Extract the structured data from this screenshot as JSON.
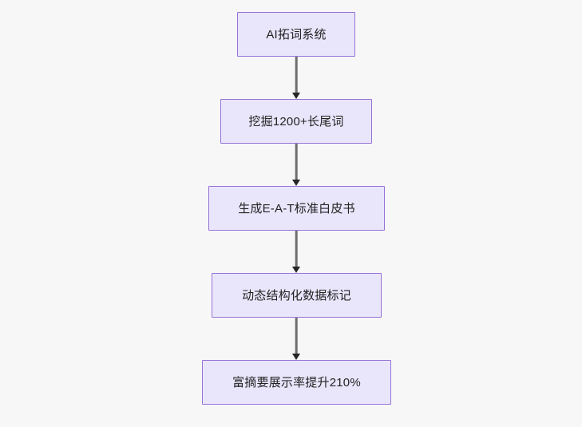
{
  "diagram": {
    "type": "flowchart",
    "direction": "top-to-bottom",
    "background_color": "#f7f7f8",
    "node_fill_color": "#e9e6fb",
    "node_border_color": "#9672d6",
    "node_text_color": "#232323",
    "edge_line_color": "#6e6e6e",
    "edge_arrow_color": "#262626",
    "nodes": [
      {
        "id": "n0",
        "label": "AI拓词系统"
      },
      {
        "id": "n1",
        "label": "挖掘1200+长尾词"
      },
      {
        "id": "n2",
        "label": "生成E-A-T标准白皮书"
      },
      {
        "id": "n3",
        "label": "动态结构化数据标记"
      },
      {
        "id": "n4",
        "label": "富摘要展示率提升210%"
      }
    ],
    "edges": [
      {
        "from": "n0",
        "to": "n1",
        "label": "",
        "arrow": "arrow-down-icon"
      },
      {
        "from": "n1",
        "to": "n2",
        "label": "",
        "arrow": "arrow-down-icon"
      },
      {
        "from": "n2",
        "to": "n3",
        "label": "",
        "arrow": "arrow-down-icon"
      },
      {
        "from": "n3",
        "to": "n4",
        "label": "",
        "arrow": "arrow-down-icon"
      }
    ]
  }
}
